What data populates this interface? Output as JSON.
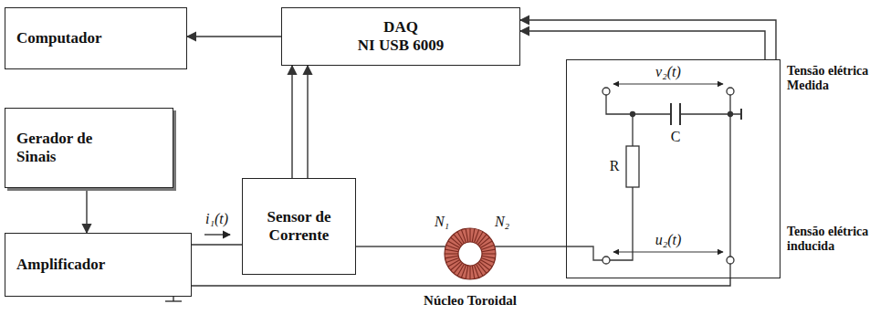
{
  "diagram": {
    "nodes": [
      {
        "text": [
          "Computador"
        ]
      },
      {
        "text": [
          "DAQ",
          "NI USB 6009"
        ]
      },
      {
        "text": [
          "Gerador de Sinais"
        ]
      },
      {
        "text": [
          "Amplificador"
        ]
      },
      {
        "text": [
          "Sensor de Corrente"
        ]
      },
      {
        "text": [
          "Tensão elétrica Medida",
          "Tensão elétrica inducida"
        ]
      }
    ],
    "edges": [
      {
        "from": 1,
        "to": 0,
        "arrow": "to"
      },
      {
        "from": 2,
        "to": 3,
        "arrow": "to"
      },
      {
        "from": 3,
        "to": 4,
        "label": "i₁(t)",
        "arrow": "none"
      },
      {
        "from": 4,
        "to": 1,
        "arrow": "to"
      },
      {
        "from": 4,
        "to": 1,
        "arrow": "to"
      },
      {
        "from": 5,
        "to": 1,
        "arrow": "to"
      },
      {
        "from": 5,
        "to": 1,
        "arrow": "to"
      },
      {
        "from": 3,
        "to": 5,
        "arrow": "none"
      }
    ],
    "labels": [
      "N₁",
      "N₂",
      "Núcleo Toroidal",
      "v₂(t)",
      "C",
      "R",
      "u₂(t)"
    ]
  }
}
